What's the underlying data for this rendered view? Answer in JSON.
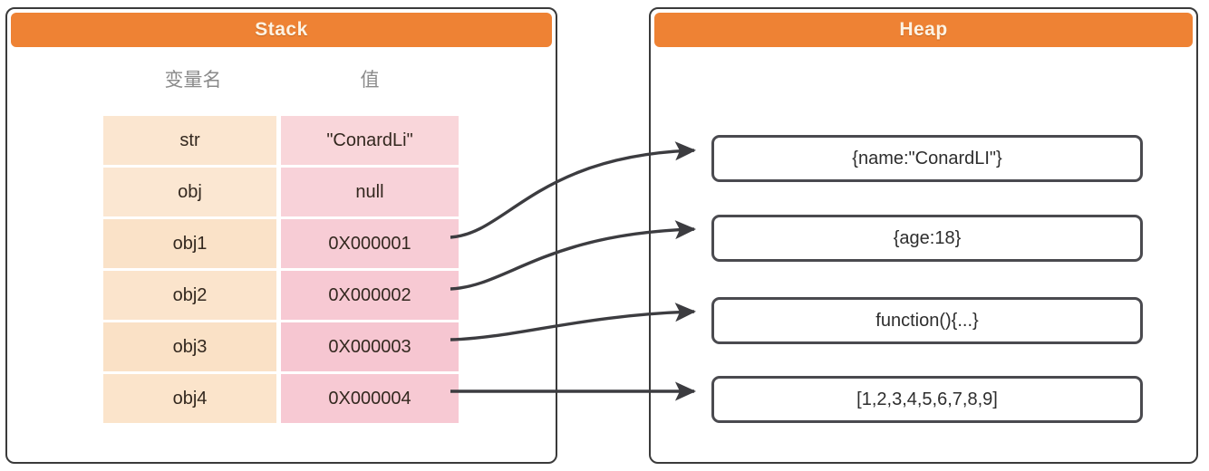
{
  "stack": {
    "title": "Stack",
    "columns": {
      "name": "变量名",
      "value": "值"
    },
    "rows": [
      {
        "name": "str",
        "value": "\"ConardLi\"",
        "name_bg": "#fbe6d0",
        "value_bg": "#f9d6da"
      },
      {
        "name": "obj",
        "value": "null",
        "name_bg": "#fbe7d2",
        "value_bg": "#f8d2d9"
      },
      {
        "name": "obj1",
        "value": "0X000001",
        "name_bg": "#fae2c8",
        "value_bg": "#f7ccd5"
      },
      {
        "name": "obj2",
        "value": "0X000002",
        "name_bg": "#fbe4cc",
        "value_bg": "#f7c9d3"
      },
      {
        "name": "obj3",
        "value": "0X000003",
        "name_bg": "#fae1c6",
        "value_bg": "#f6c6d1"
      },
      {
        "name": "obj4",
        "value": "0X000004",
        "name_bg": "#fbe4cb",
        "value_bg": "#f7c9d3"
      }
    ]
  },
  "heap": {
    "title": "Heap",
    "boxes": [
      {
        "label": "{name:\"ConardLI\"}"
      },
      {
        "label": "{age:18}"
      },
      {
        "label": "function(){...}"
      },
      {
        "label": "[1,2,3,4,5,6,7,8,9]"
      }
    ]
  },
  "arrows": [
    {
      "from_row": "obj1",
      "to_box": "{name:\"ConardLI\"}"
    },
    {
      "from_row": "obj2",
      "to_box": "{age:18}"
    },
    {
      "from_row": "obj3",
      "to_box": "function(){...}"
    },
    {
      "from_row": "obj4",
      "to_box": "[1,2,3,4,5,6,7,8,9]"
    }
  ],
  "colors": {
    "header_bar": "#ee8234",
    "header_text": "#fdf3e4",
    "panel_border": "#3a3a3a",
    "box_border": "#4a4a4f",
    "arrow": "#3c3c40",
    "column_header_text": "#8a8a8a"
  }
}
